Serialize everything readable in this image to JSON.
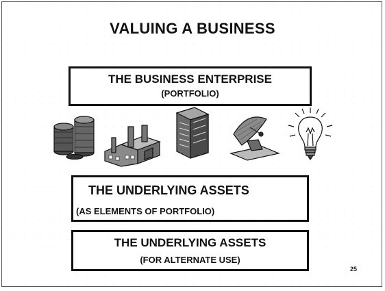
{
  "slide": {
    "title": "VALUING A BUSINESS",
    "enterprise_box": {
      "line1": "THE BUSINESS ENTERPRISE",
      "line2": "(PORTFOLIO)"
    },
    "underlying_box_1": {
      "line1": "THE UNDERLYING ASSETS",
      "line2": "(AS ELEMENTS OF PORTFOLIO)"
    },
    "underlying_box_2": {
      "line1": "THE UNDERLYING ASSETS",
      "line2": "(FOR ALTERNATE USE)"
    },
    "page_number": "25"
  },
  "clipart": [
    "coins-icon",
    "factory-icon",
    "server-icon",
    "satellite-dish-icon",
    "lightbulb-icon"
  ]
}
